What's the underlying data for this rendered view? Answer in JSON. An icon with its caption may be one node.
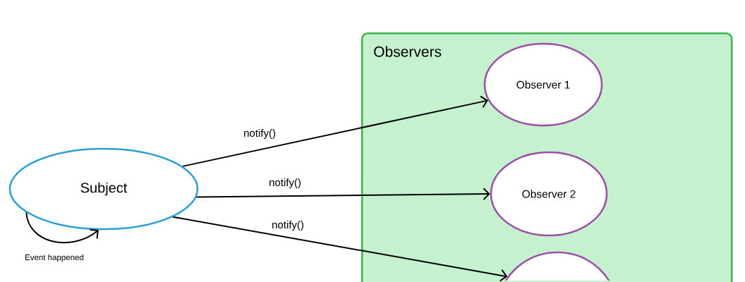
{
  "diagram": {
    "nodes": [
      {
        "text": [
          "Subject"
        ]
      },
      {
        "text": [
          "Observers"
        ]
      },
      {
        "text": [
          "Observer 1"
        ],
        "in": 1
      },
      {
        "text": [
          "Observer 2"
        ],
        "in": 1
      },
      {
        "text": [],
        "shape": "circle",
        "in": 1
      }
    ],
    "edges": [
      {
        "from": 0,
        "to": 0,
        "arrow": "to",
        "label": "Event happened"
      },
      {
        "from": 0,
        "to": 2,
        "arrow": "to",
        "label": "notify()"
      },
      {
        "from": 0,
        "to": 3,
        "arrow": "to",
        "label": "notify()"
      },
      {
        "from": 0,
        "to": 4,
        "arrow": "to",
        "label": "notify()"
      }
    ]
  }
}
